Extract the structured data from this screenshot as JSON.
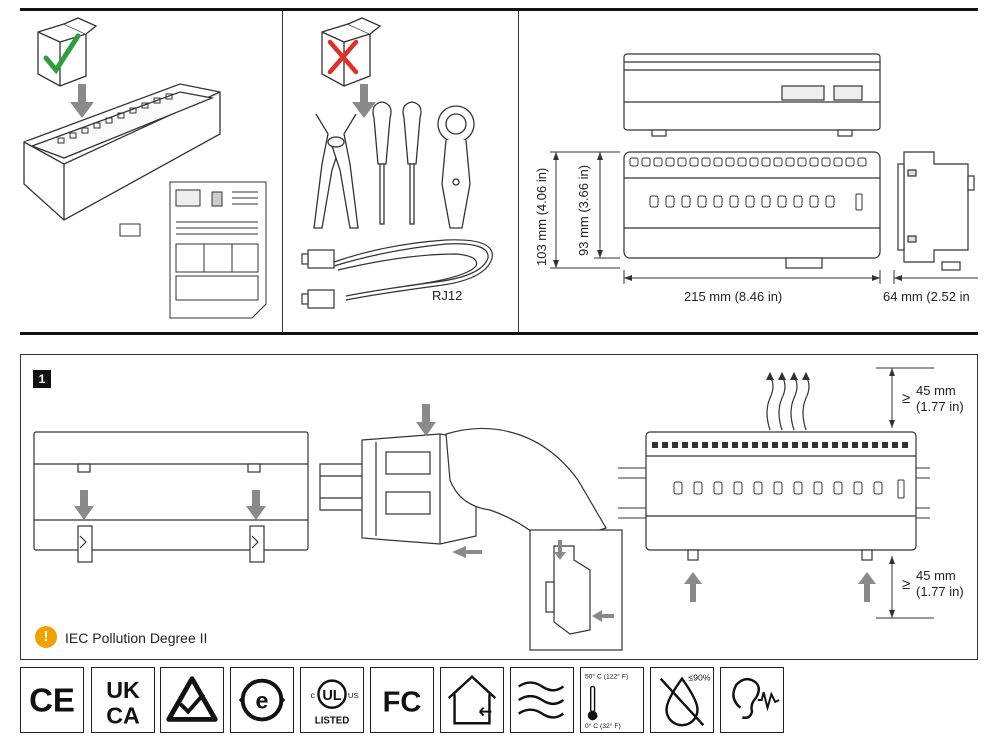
{
  "top_panels": {
    "tools": {
      "cable_label": "RJ12"
    },
    "dimensions": {
      "width": "215 mm (8.46 in)",
      "depth": "64 mm (2.52 in",
      "height_total": "103 mm (4.06 in)",
      "height_body": "93 mm (3.66 in)"
    }
  },
  "step": {
    "number": "1",
    "clearance_top_symbol": "≥",
    "clearance_top_mm": "45 mm",
    "clearance_top_in": "(1.77 in)",
    "clearance_bottom_symbol": "≥",
    "clearance_bottom_mm": "45 mm",
    "clearance_bottom_in": "(1.77 in)",
    "notice_icon": "warning-circle-icon",
    "notice_text": "IEC Pollution Degree II",
    "notice_color": "#f2a000"
  },
  "certifications": [
    {
      "icon": "ce-mark-icon",
      "text": "CE"
    },
    {
      "icon": "ukca-mark-icon",
      "text_top": "UK",
      "text_bottom": "CA"
    },
    {
      "icon": "rcm-mark-icon"
    },
    {
      "icon": "china-rohs-icon"
    },
    {
      "icon": "ul-listed-icon",
      "c": "c",
      "ul": "UL",
      "us": "US",
      "listed": "LISTED"
    },
    {
      "icon": "fcc-mark-icon",
      "text": "FC"
    },
    {
      "icon": "indoor-use-icon"
    },
    {
      "icon": "ventilation-icon"
    },
    {
      "icon": "temperature-range-icon",
      "max": "50° C (122° F)",
      "min": "0° C (32° F)"
    },
    {
      "icon": "humidity-limit-icon",
      "text": "≤90%"
    },
    {
      "icon": "noise-icon"
    }
  ],
  "colors": {
    "check": "#2e9e3e",
    "cross": "#e0302a",
    "arrow": "#8a8a8a",
    "accent": "#f2a000"
  }
}
